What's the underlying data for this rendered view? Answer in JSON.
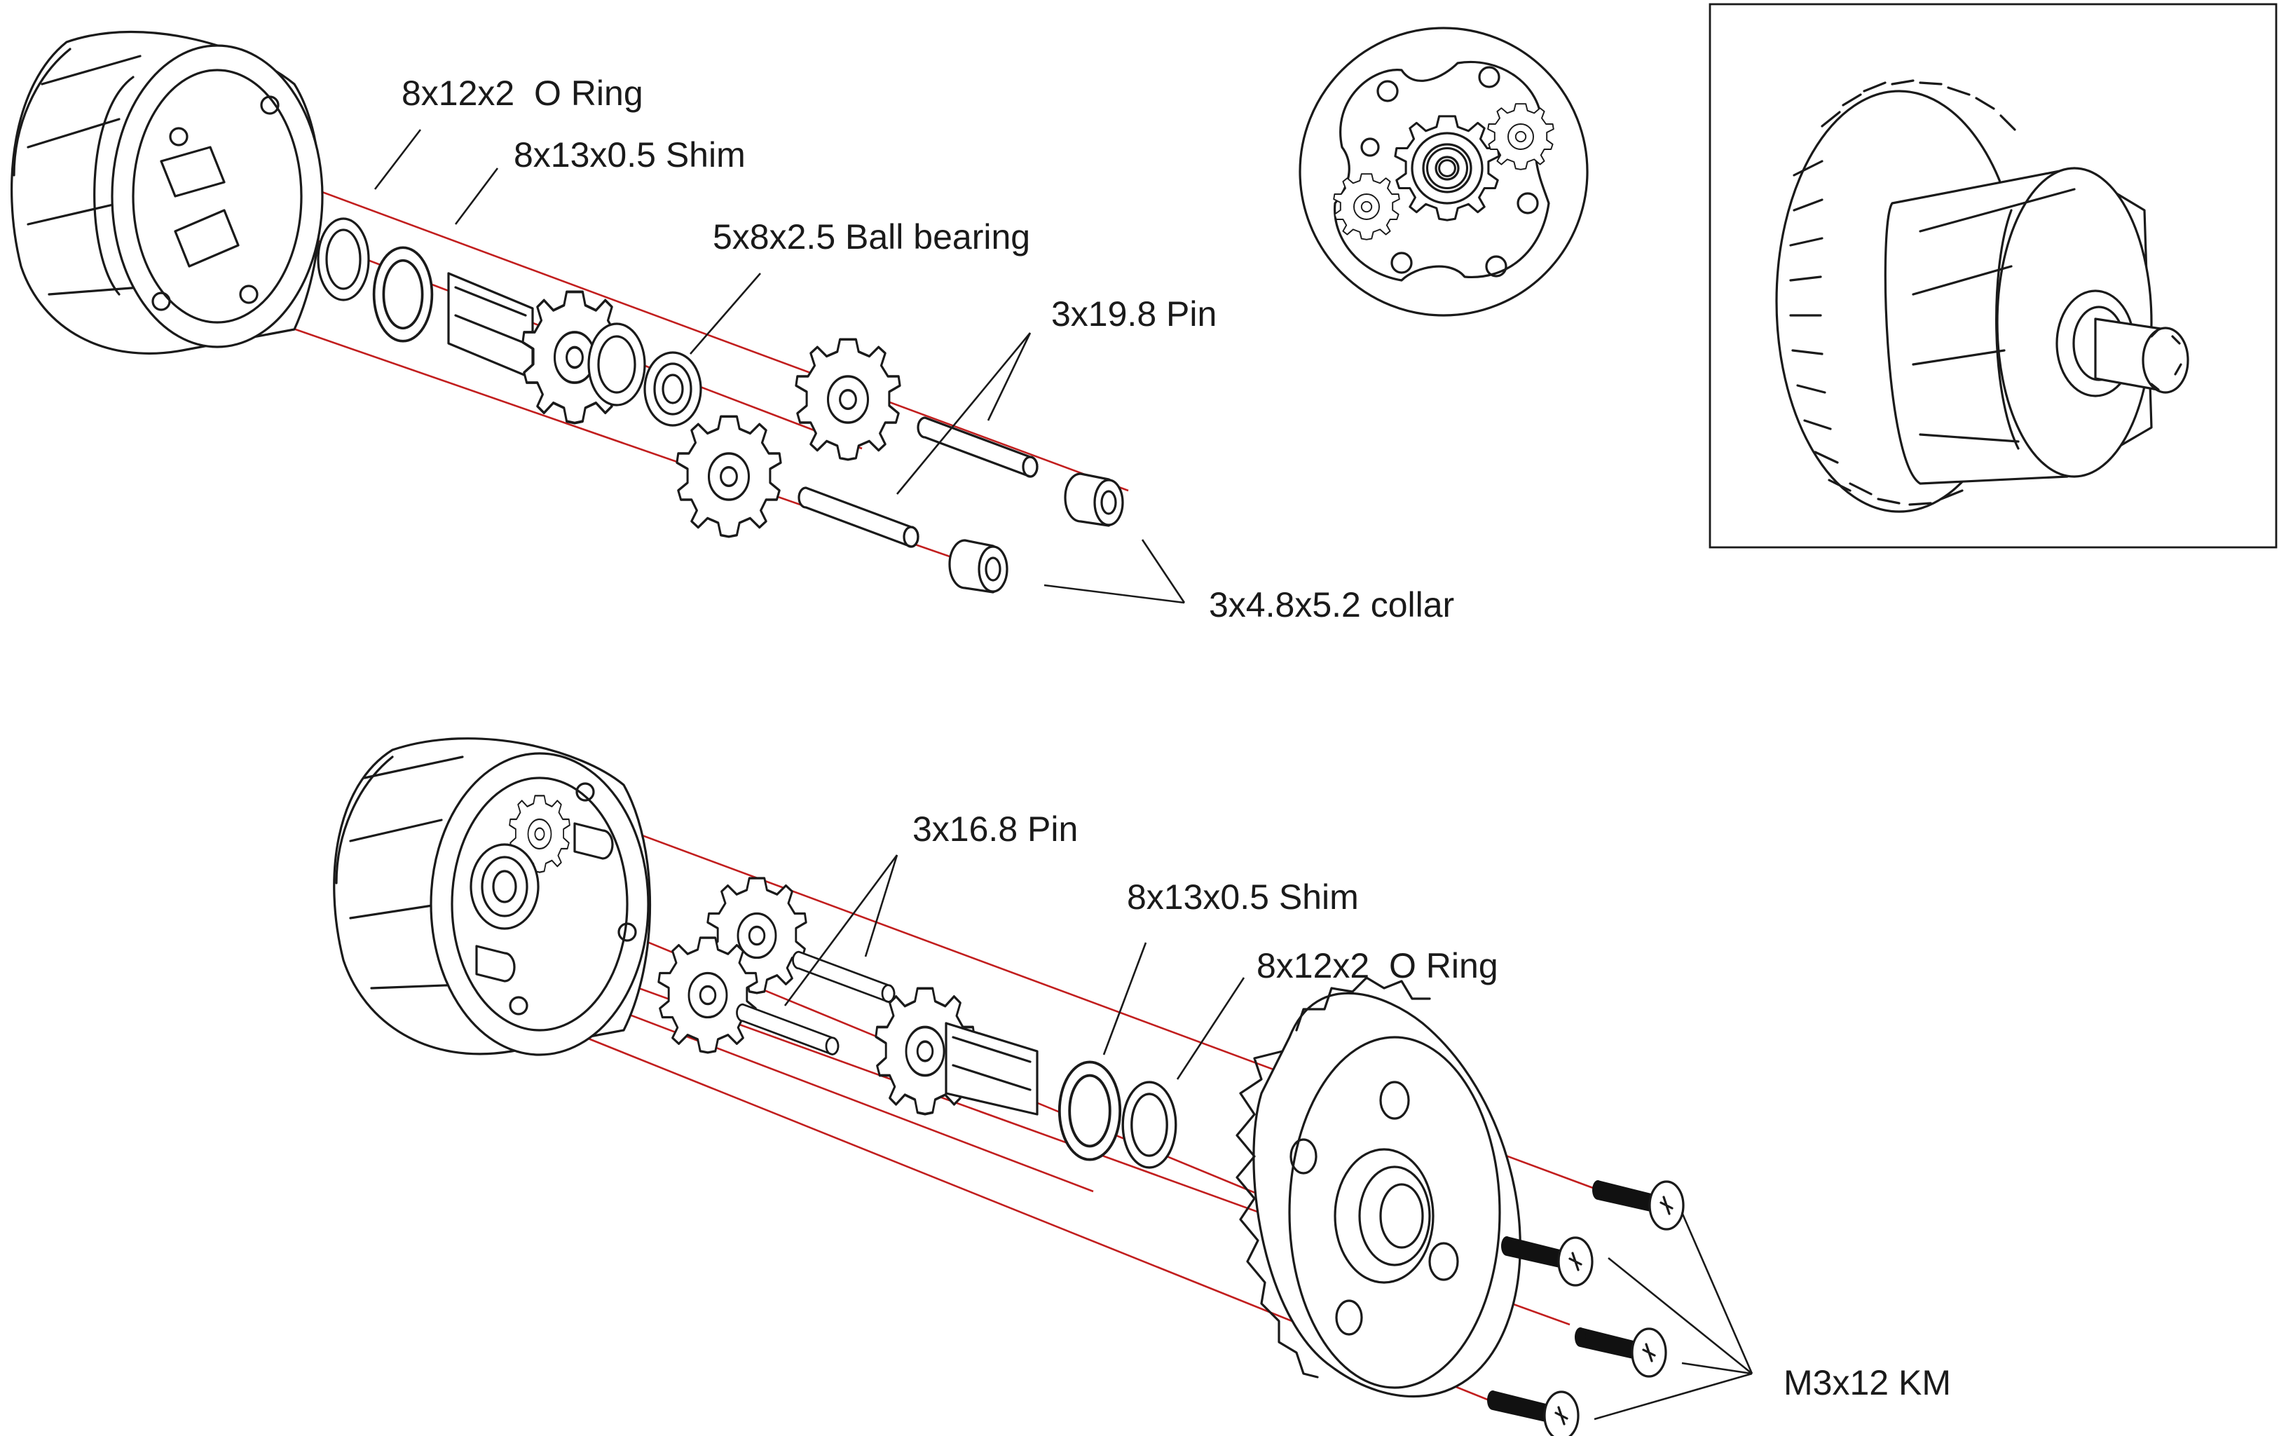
{
  "top_assembly": {
    "labels": {
      "o_ring": "8x12x2  O Ring",
      "shim": "8x13x0.5 Shim",
      "ball_bearing": "5x8x2.5 Ball bearing",
      "pin": "3x19.8 Pin",
      "collar": "3x4.8x5.2 collar"
    }
  },
  "bottom_assembly": {
    "labels": {
      "pin": "3x16.8 Pin",
      "shim": "8x13x0.5 Shim",
      "o_ring": "8x12x2  O Ring",
      "screw": "M3x12 KM"
    }
  },
  "colors": {
    "axis_line": "#c21e1e",
    "ink": "#1a1a1a"
  }
}
